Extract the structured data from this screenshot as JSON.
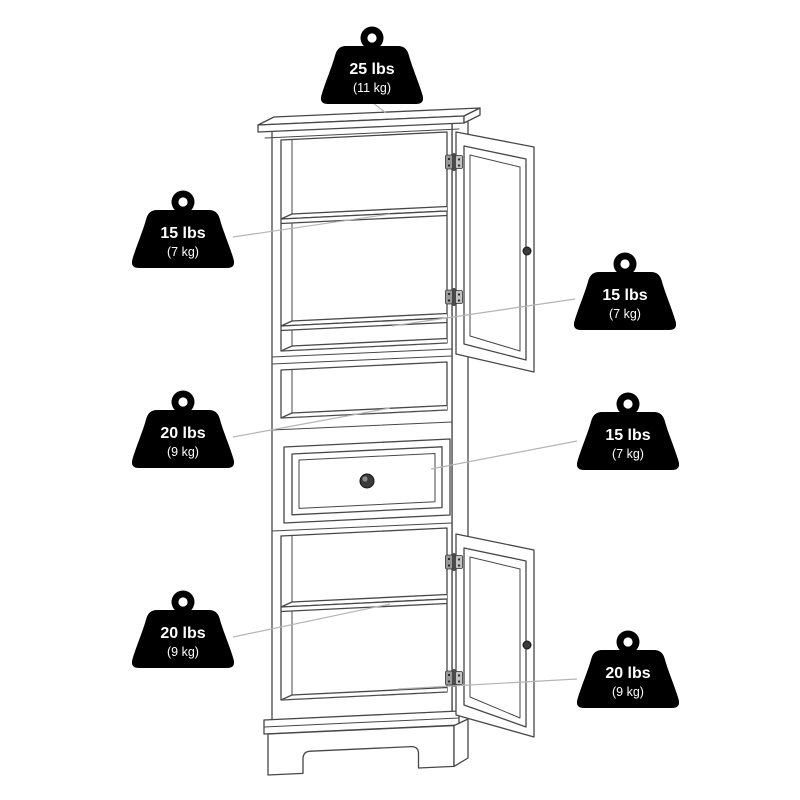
{
  "badges": [
    {
      "position": "top",
      "weight": "25 lbs",
      "metric": "(11 kg)"
    },
    {
      "position": "upper-left",
      "weight": "15 lbs",
      "metric": "(7 kg)"
    },
    {
      "position": "upper-right",
      "weight": "15 lbs",
      "metric": "(7 kg)"
    },
    {
      "position": "middle-left",
      "weight": "20 lbs",
      "metric": "(9 kg)"
    },
    {
      "position": "middle-right",
      "weight": "15 lbs",
      "metric": "(7 kg)"
    },
    {
      "position": "lower-left",
      "weight": "20 lbs",
      "metric": "(9 kg)"
    },
    {
      "position": "lower-right",
      "weight": "20 lbs",
      "metric": "(9 kg)"
    }
  ],
  "colors": {
    "badge_fill": "#000000",
    "badge_text": "#ffffff",
    "line_art": "#474747",
    "leader_line": "#b4b4b4",
    "background": "#ffffff"
  }
}
